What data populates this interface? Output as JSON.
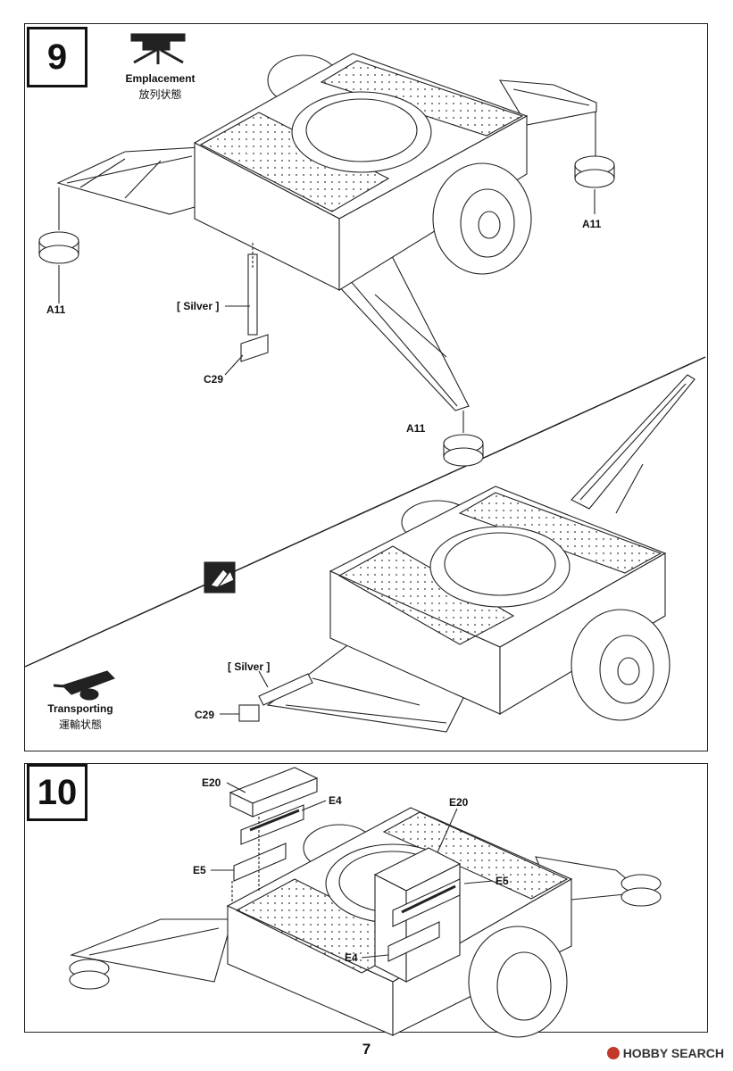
{
  "step9": {
    "number": "9",
    "emplacement": {
      "title": "Emplacement",
      "subtitle": "放列状態"
    },
    "transporting": {
      "title": "Transporting",
      "subtitle": "運輸状態"
    },
    "labels": {
      "a11_left": "A11",
      "a11_right": "A11",
      "a11_bottom": "A11",
      "silver_top": "[ Silver ]",
      "c29_top": "C29",
      "silver_bottom": "[ Silver ]",
      "c29_bottom": "C29"
    }
  },
  "step10": {
    "number": "10",
    "labels": {
      "e20_left": "E20",
      "e4_left": "E4",
      "e5_left": "E5",
      "e20_right": "E20",
      "e5_right": "E5",
      "e4_right": "E4"
    }
  },
  "page_number": "7",
  "watermark": "HOBBY SEARCH"
}
